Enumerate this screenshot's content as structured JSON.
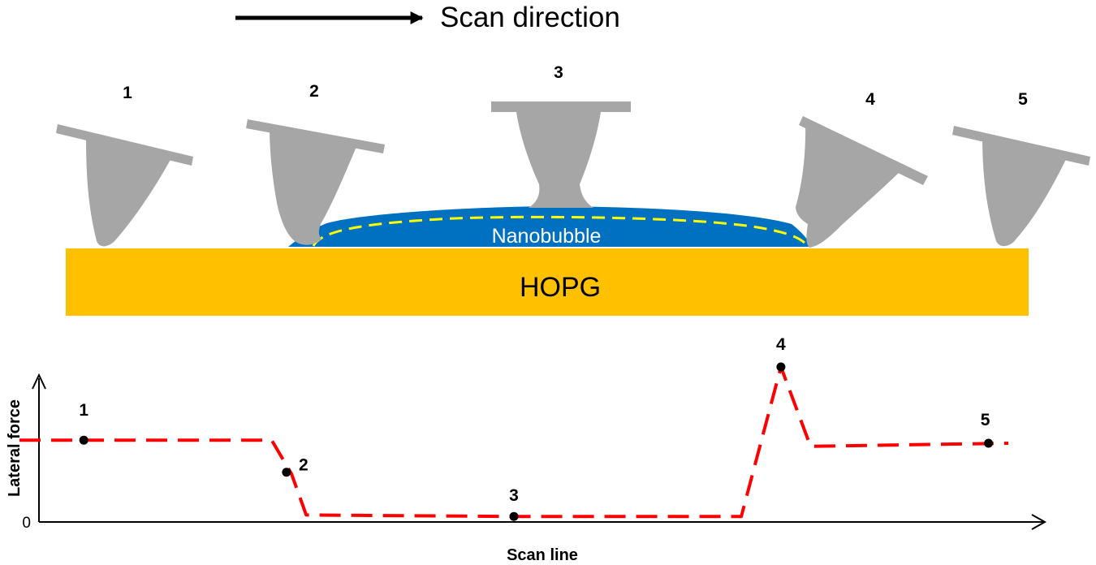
{
  "header": {
    "scan_direction_label": "Scan direction"
  },
  "substrate": {
    "label": "HOPG",
    "color": "#FFC000"
  },
  "nanobubble": {
    "label": "Nanobubble",
    "fill_color": "#0070C0",
    "outline_color": "#FFFF00"
  },
  "tip": {
    "color": "#A6A6A6"
  },
  "tips": [
    {
      "label": "1"
    },
    {
      "label": "2"
    },
    {
      "label": "3"
    },
    {
      "label": "4"
    },
    {
      "label": "5"
    }
  ],
  "chart_data": {
    "type": "line",
    "xlabel": "Scan line",
    "ylabel": "Lateral force",
    "y_tick_labels": [
      "0"
    ],
    "line_color": "#FF0000",
    "line_style": "dashed",
    "x_scale": [
      0,
      100
    ],
    "y_scale": [
      0,
      100
    ],
    "series": [
      {
        "values": [
          {
            "x": 0,
            "y": 52
          },
          {
            "x": 25.5,
            "y": 52
          },
          {
            "x": 27.5,
            "y": 30
          },
          {
            "x": 29,
            "y": 3
          },
          {
            "x": 50,
            "y": 2
          },
          {
            "x": 73,
            "y": 2
          },
          {
            "x": 77,
            "y": 100
          },
          {
            "x": 80,
            "y": 48
          },
          {
            "x": 100,
            "y": 50
          }
        ]
      }
    ],
    "points": [
      {
        "label": "1",
        "x": 6.5,
        "y": 52
      },
      {
        "label": "2",
        "x": 27,
        "y": 31
      },
      {
        "label": "3",
        "x": 50,
        "y": 2
      },
      {
        "label": "4",
        "x": 77,
        "y": 100
      },
      {
        "label": "5",
        "x": 98,
        "y": 50
      }
    ]
  }
}
